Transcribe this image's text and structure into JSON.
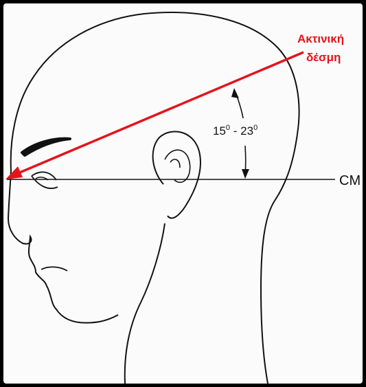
{
  "labels": {
    "beam_line1": "Ακτινική",
    "beam_line2": "δέσμη",
    "angle_from": "15",
    "angle_from_sup": "0",
    "angle_sep": " - ",
    "angle_to": "23",
    "angle_to_sup": "0",
    "baseline": "CM"
  },
  "colors": {
    "beam": "#e3141c",
    "outline": "#111111",
    "background": "#fbfbfb",
    "frame": "#000000"
  }
}
